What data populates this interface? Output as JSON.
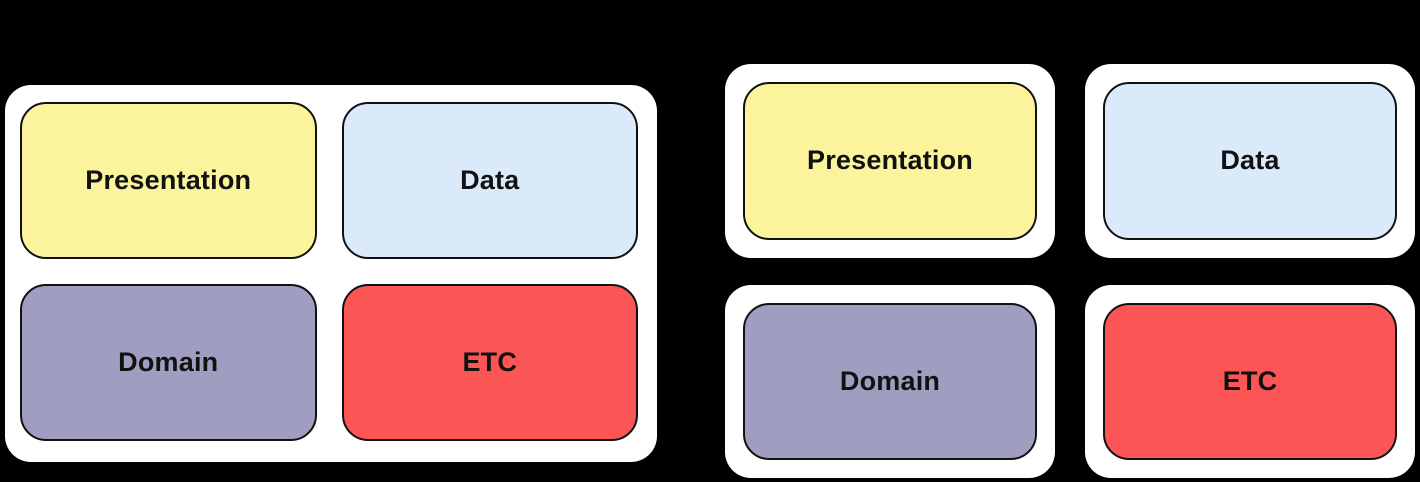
{
  "canvas": {
    "background": "#000000"
  },
  "left_panel": {
    "container_background": "#ffffff",
    "boxes": [
      {
        "label": "Presentation",
        "color": "#FBF49D"
      },
      {
        "label": "Data",
        "color": "#DBEAFA"
      },
      {
        "label": "Domain",
        "color": "#A09EC0"
      },
      {
        "label": "ETC",
        "color": "#FC5555"
      }
    ]
  },
  "right_panel": {
    "module_background": "#ffffff",
    "modules": [
      {
        "label": "Presentation",
        "color": "#FBF49D"
      },
      {
        "label": "Data",
        "color": "#DBEAFA"
      },
      {
        "label": "Domain",
        "color": "#A09EC0"
      },
      {
        "label": "ETC",
        "color": "#FC5555"
      }
    ]
  },
  "style": {
    "text_color": "#111111",
    "border_color": "#111111"
  }
}
